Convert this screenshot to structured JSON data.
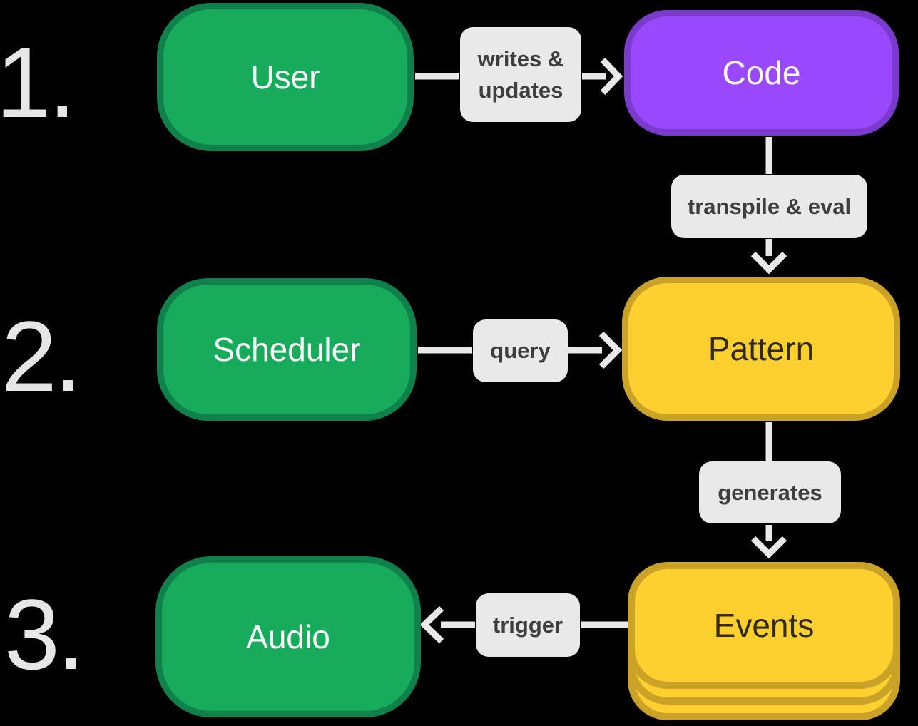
{
  "steps": [
    {
      "number": "1."
    },
    {
      "number": "2."
    },
    {
      "number": "3."
    }
  ],
  "nodes": {
    "user": {
      "label": "User"
    },
    "code": {
      "label": "Code"
    },
    "scheduler": {
      "label": "Scheduler"
    },
    "pattern": {
      "label": "Pattern"
    },
    "events": {
      "label": "Events"
    },
    "audio": {
      "label": "Audio"
    }
  },
  "edges": {
    "user_to_code": {
      "label": "writes & updates"
    },
    "code_to_pattern": {
      "label": "transpile & eval"
    },
    "scheduler_to_pattern": {
      "label": "query"
    },
    "pattern_to_events": {
      "label": "generates"
    },
    "events_to_audio": {
      "label": "trigger"
    }
  },
  "colors": {
    "background": "#000000",
    "node_green_fill": "#17ab5c",
    "node_green_border": "#10814a",
    "node_purple_fill": "#9948fd",
    "node_purple_border": "#7a3acc",
    "node_yellow_fill": "#fdd02f",
    "node_yellow_border": "#c9a227",
    "node_yellow_text": "#2f2a10",
    "node_light_text": "#fcfcfc",
    "edge_label_bg": "#e9e9e9",
    "edge_label_text": "#3e3e3e",
    "arrow": "#e9e9e9",
    "step_number": "#e6e6e6"
  }
}
